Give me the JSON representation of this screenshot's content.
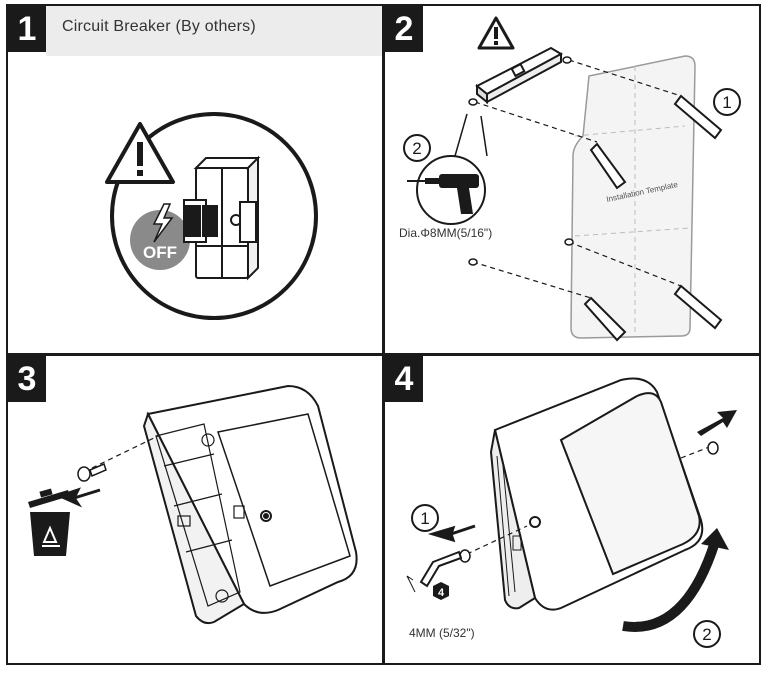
{
  "steps": [
    {
      "number": "1",
      "title": "Circuit Breaker (By others)",
      "off_label": "OFF"
    },
    {
      "number": "2",
      "callout_1": "1",
      "callout_2": "2",
      "drill_size": "Dia.Φ8MM(5/16\")",
      "template_text": "Installation Template"
    },
    {
      "number": "3"
    },
    {
      "number": "4",
      "callout_1": "1",
      "callout_2": "2",
      "hex_key": "4",
      "hex_size": "4MM (5/32\")"
    }
  ],
  "colors": {
    "ink": "#1a1a1a",
    "panel_header": "#ececec",
    "off_badge": "#8a8a8a",
    "light_gray": "#cfcfcf"
  },
  "icons": [
    "warning-triangle-icon",
    "lightning-icon",
    "drill-icon",
    "recycle-bin-icon",
    "arrow-icon",
    "hex-key-icon"
  ]
}
